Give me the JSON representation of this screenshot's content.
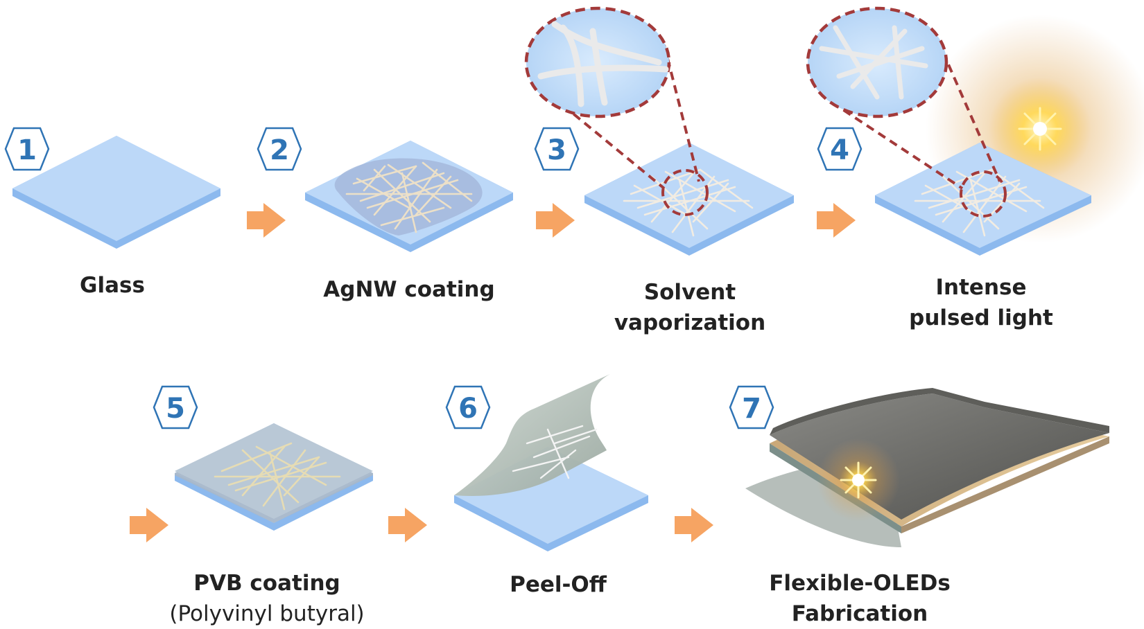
{
  "colors": {
    "substrate_top": "#bcd8f8",
    "substrate_edge": "#8cb9ee",
    "number": "#2f74b5",
    "arrow": "#f6a463",
    "zoom_circle": "#a33a3a",
    "label_text": "#222222"
  },
  "steps": [
    {
      "number": "1",
      "lines": [
        "Glass"
      ]
    },
    {
      "number": "2",
      "lines": [
        "AgNW coating"
      ]
    },
    {
      "number": "3",
      "lines": [
        "Solvent",
        "vaporization"
      ]
    },
    {
      "number": "4",
      "lines": [
        "Intense",
        "pulsed light"
      ]
    },
    {
      "number": "5",
      "lines": [
        "PVB coating"
      ],
      "sub": "(Polyvinyl butyral)"
    },
    {
      "number": "6",
      "lines": [
        "Peel-Off"
      ]
    },
    {
      "number": "7",
      "lines": [
        "Flexible-OLEDs",
        "Fabrication"
      ]
    }
  ]
}
